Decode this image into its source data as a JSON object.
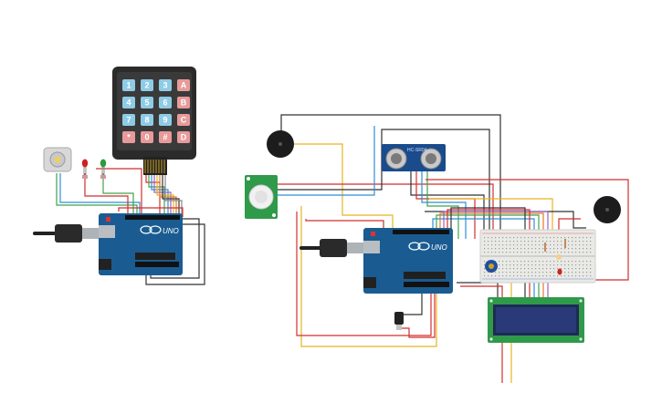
{
  "keypad": {
    "keys": [
      [
        "1",
        "2",
        "3",
        "A"
      ],
      [
        "4",
        "5",
        "6",
        "B"
      ],
      [
        "7",
        "8",
        "9",
        "C"
      ],
      [
        "*",
        "0",
        "#",
        "D"
      ]
    ]
  },
  "arduino": {
    "logo": "UNO"
  },
  "sensor": {
    "label": "HC-SR04"
  },
  "colors": {
    "board": "#1a5c91",
    "key_blue": "#8ecbe6",
    "key_red": "#e89a9a",
    "wire_red": "#d22f2f",
    "wire_yellow": "#e6b422",
    "wire_black": "#333333",
    "wire_green": "#3fa34d",
    "wire_blue": "#2f8fd8"
  }
}
